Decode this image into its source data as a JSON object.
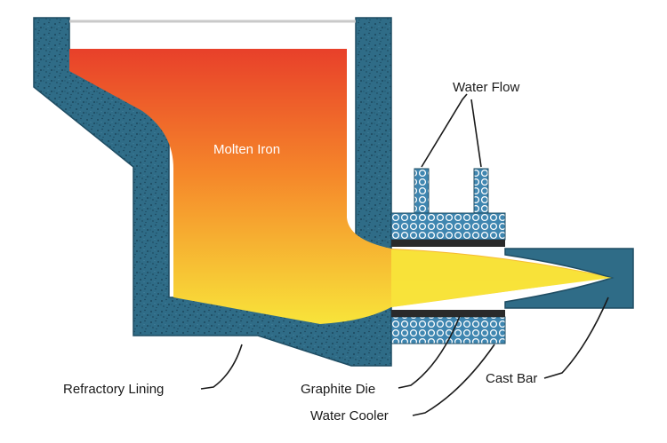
{
  "labels": {
    "molten_iron": "Molten Iron",
    "water_flow": "Water Flow",
    "cast_bar": "Cast Bar",
    "refractory_lining": "Refractory Lining",
    "graphite_die": "Graphite Die",
    "water_cooler": "Water Cooler"
  },
  "colors": {
    "refractory": "#2f6c87",
    "refractory_dark": "#1e4f66",
    "outline": "#1f4d63",
    "molten_top": "#e8402a",
    "molten_mid": "#f5862a",
    "molten_bottom": "#f7e23a",
    "water_cooler": "#3f86b0",
    "graphite": "#2a2a2a",
    "label_text": "#1a1a1a"
  }
}
